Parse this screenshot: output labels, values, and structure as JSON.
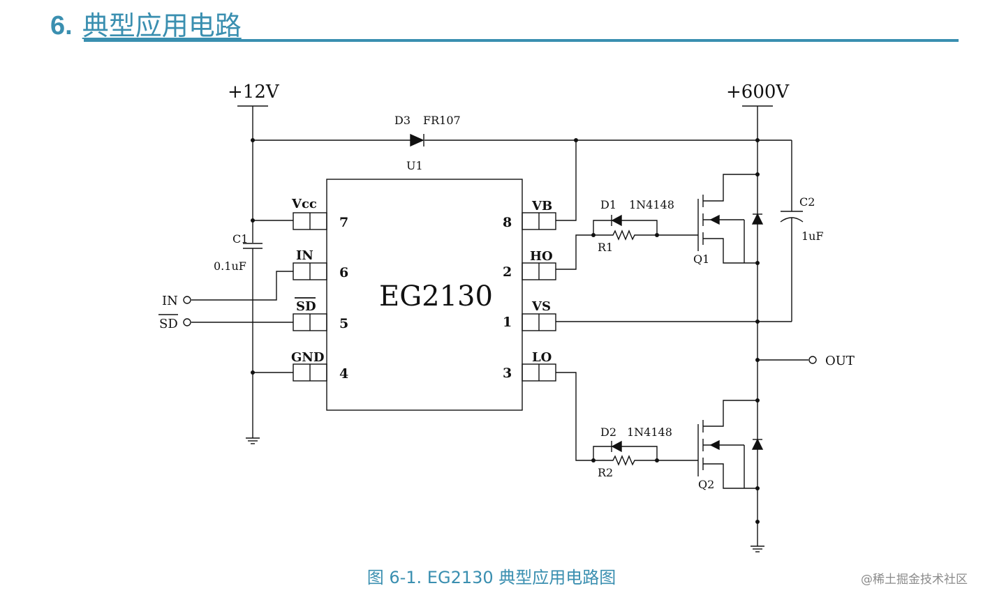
{
  "section": {
    "number": "6.",
    "title": "典型应用电路"
  },
  "schematic": {
    "supply_left": "+12V",
    "supply_right": "+600V",
    "d3": {
      "ref": "D3",
      "part": "FR107"
    },
    "u1": {
      "ref": "U1",
      "part": "EG2130"
    },
    "c1": {
      "ref": "C1",
      "value": "0.1uF"
    },
    "c2": {
      "ref": "C2",
      "value": "1uF"
    },
    "d1": {
      "ref": "D1",
      "part": "1N4148"
    },
    "d2": {
      "ref": "D2",
      "part": "1N4148"
    },
    "r1": {
      "ref": "R1"
    },
    "r2": {
      "ref": "R2"
    },
    "q1": {
      "ref": "Q1"
    },
    "q2": {
      "ref": "Q2"
    },
    "pins_left": [
      {
        "name": "Vcc",
        "number": "7"
      },
      {
        "name": "IN",
        "number": "6"
      },
      {
        "name": "SD",
        "number": "5"
      },
      {
        "name": "GND",
        "number": "4"
      }
    ],
    "pins_right": [
      {
        "name": "VB",
        "number": "8"
      },
      {
        "name": "HO",
        "number": "2"
      },
      {
        "name": "VS",
        "number": "1"
      },
      {
        "name": "LO",
        "number": "3"
      }
    ],
    "input_in": "IN",
    "input_sd": "SD",
    "output": "OUT"
  },
  "caption": "图 6-1. EG2130 典型应用电路图",
  "watermark": "@稀土掘金技术社区"
}
